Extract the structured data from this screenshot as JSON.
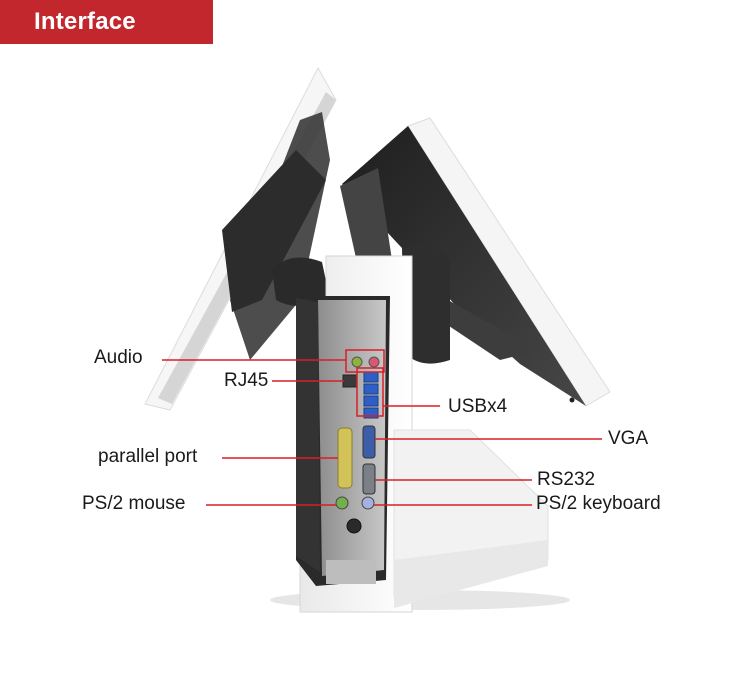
{
  "banner": {
    "title": "Interface"
  },
  "labels": {
    "audio": "Audio",
    "rj45": "RJ45",
    "usb": "USBx4",
    "vga": "VGA",
    "parallel": "parallel port",
    "rs232": "RS232",
    "ps2_mouse": "PS/2 mouse",
    "ps2_keyboard": "PS/2 keyboard"
  },
  "colors": {
    "banner": "#c1272d",
    "callout": "#d81f26",
    "device_white": "#f4f4f4",
    "screen_dark": "#2b2b2b"
  }
}
